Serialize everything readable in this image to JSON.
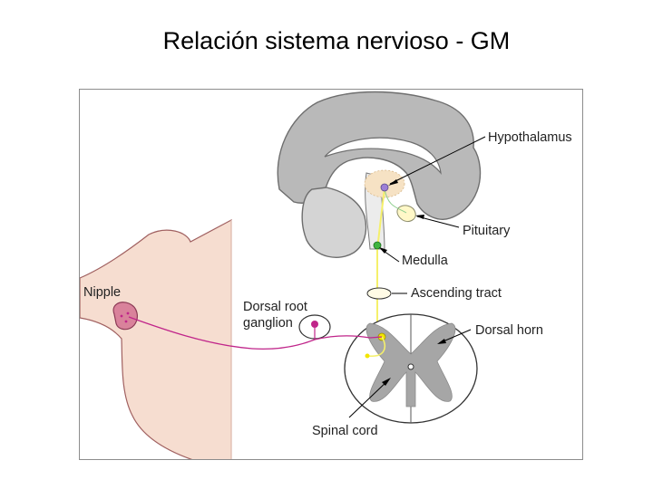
{
  "title": "Relación sistema nervioso - GM",
  "labels": {
    "hypothalamus": "Hypothalamus",
    "pituitary": "Pituitary",
    "medulla": "Medulla",
    "ascending_tract": "Ascending tract",
    "nipple": "Nipple",
    "dorsal_root_ganglion_line1": "Dorsal root",
    "dorsal_root_ganglion_line2": "ganglion",
    "dorsal_horn": "Dorsal horn",
    "spinal_cord": "Spinal cord"
  },
  "colors": {
    "brain_gray": "#b9b9b9",
    "brain_light": "#d9d9d9",
    "skin": "#f6ddd0",
    "nipple": "#d9829b",
    "pathway_magenta": "#c0258a",
    "tract_yellow": "#f5f06b",
    "hypothalamus_dot": "#9d7fd6",
    "medulla_dot": "#3fb43f",
    "horn_yellow": "#f2e500"
  }
}
